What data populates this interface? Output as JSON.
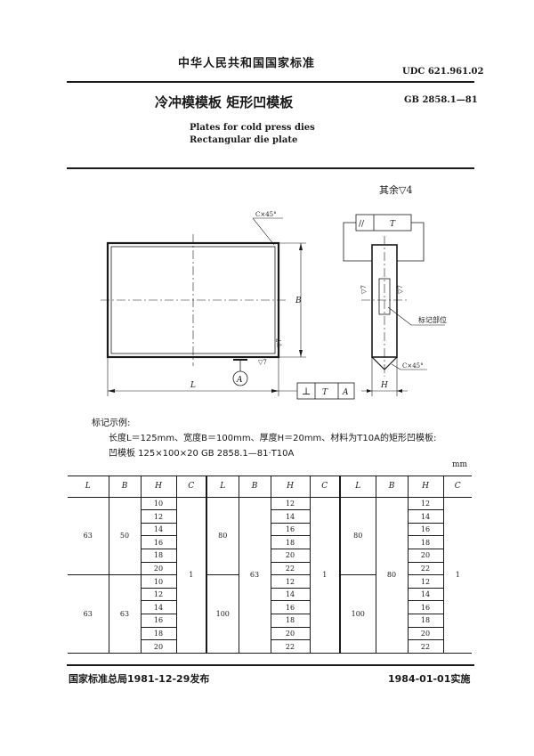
{
  "header": {
    "org_title": "中华人民共和国国家标准",
    "udc": "UDC 621.961.02",
    "title_cn": "冷冲模模板   矩形凹模板",
    "std_no": "GB 2858.1—81",
    "title_en_1": "Plates for cold press dies",
    "title_en_2": "Rectangular die plate"
  },
  "drawing": {
    "roughness_note": "其余▽4",
    "chamfer_label_1": "C×45°",
    "chamfer_label_2": "C×45°",
    "dim_L": "L",
    "dim_B": "B",
    "dim_H": "H",
    "tol_symbol_perp": "⊥",
    "tol_T": "T",
    "tol_A": "A",
    "datum_A": "A",
    "parallel_symbol": "//",
    "parallel_T": "T",
    "rough_7_a": "▽7",
    "rough_7_b": "▽7",
    "rough_7_c": "▽7",
    "rough_7_d": "▽7",
    "mark_position": "标记部位"
  },
  "example": {
    "heading": "标记示例:",
    "line1": "长度L＝125mm、宽度B＝100mm、厚度H＝20mm、材料为T10A的矩形凹模板:",
    "line2": "凹模板   125×100×20   GB 2858.1—81·T10A"
  },
  "table": {
    "unit": "mm",
    "headers": [
      "L",
      "B",
      "H",
      "C",
      "L",
      "B",
      "H",
      "C",
      "L",
      "B",
      "H",
      "C"
    ],
    "group1": {
      "g1_L": "63",
      "g1_B": "50",
      "g1_H": [
        "10",
        "12",
        "14",
        "16",
        "18",
        "20"
      ],
      "g1_C": "1",
      "g2_L": "63",
      "g2_B": "63",
      "g2_H": [
        "10",
        "12",
        "14",
        "16",
        "18",
        "20"
      ]
    },
    "group2": {
      "L_a": "80",
      "L_b": "100",
      "B": "63",
      "C": "1",
      "H": [
        "12",
        "14",
        "16",
        "18",
        "20",
        "22",
        "12",
        "14",
        "16",
        "18",
        "20",
        "22"
      ]
    },
    "group3": {
      "L_a": "80",
      "L_b": "100",
      "B": "80",
      "C": "1",
      "H": [
        "12",
        "14",
        "16",
        "18",
        "20",
        "22",
        "12",
        "14",
        "16",
        "18",
        "20",
        "22"
      ]
    }
  },
  "footer": {
    "issued": "国家标准总局1981-12-29发布",
    "effective": "1984-01-01实施"
  }
}
